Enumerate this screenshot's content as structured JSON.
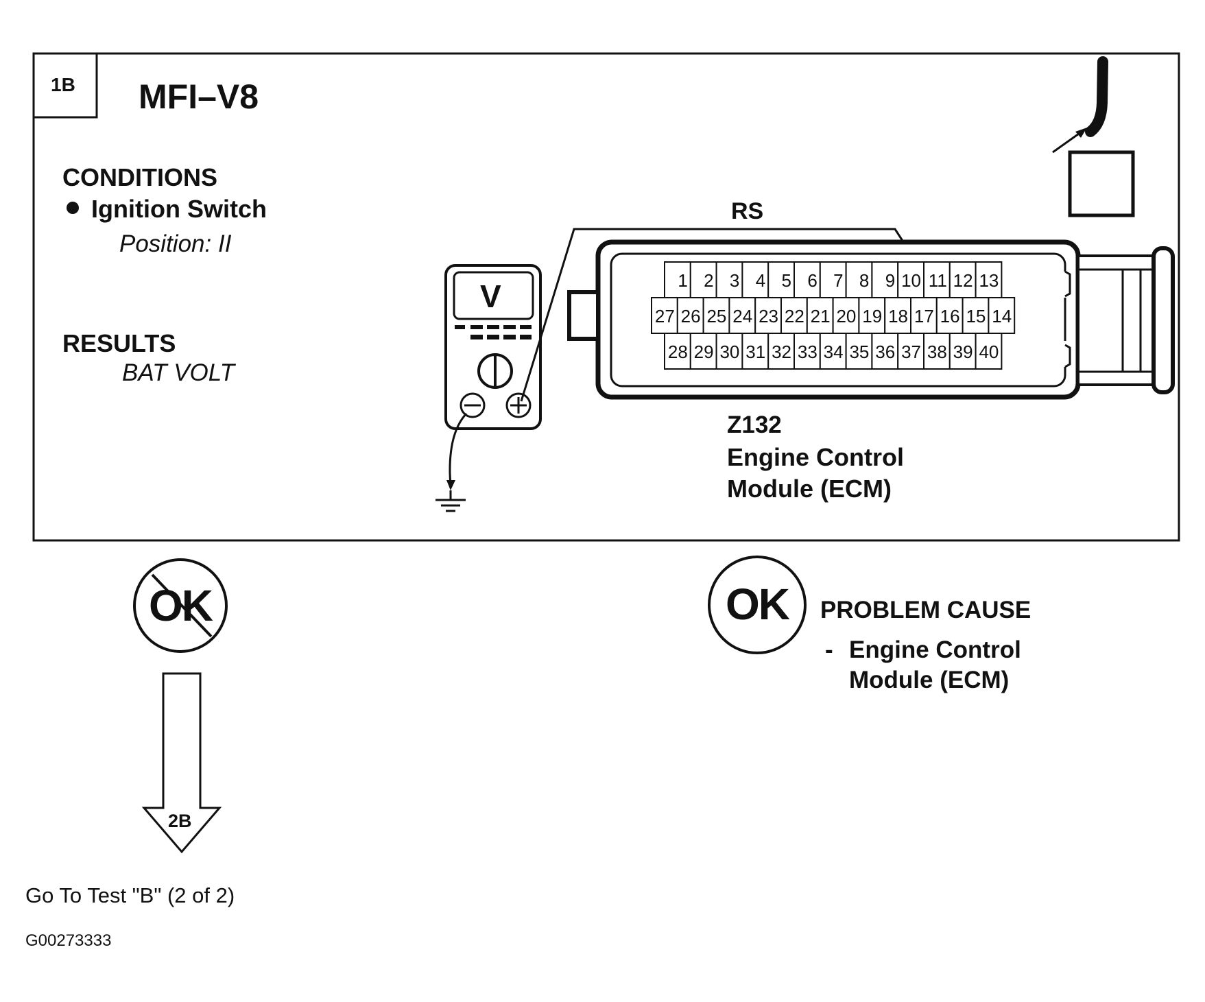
{
  "step_id": "1B",
  "title": "MFI–V8",
  "conditions": {
    "heading": "CONDITIONS",
    "item": "Ignition Switch",
    "item_detail": "Position: II"
  },
  "results": {
    "heading": "RESULTS",
    "value": "BAT VOLT"
  },
  "meter_label": "V",
  "meter_neg": "⊖",
  "meter_pos": "⊕",
  "probe_label": "RS",
  "connector": {
    "id": "Z132",
    "name_line1": "Engine Control",
    "name_line2": "Module (ECM)",
    "pins_row1": [
      "1",
      "2",
      "3",
      "4",
      "5",
      "6",
      "7",
      "8",
      "9",
      "10",
      "11",
      "12",
      "13"
    ],
    "pins_row2": [
      "27",
      "26",
      "25",
      "24",
      "23",
      "22",
      "21",
      "20",
      "19",
      "18",
      "17",
      "16",
      "15",
      "14"
    ],
    "pins_row3": [
      "28",
      "29",
      "30",
      "31",
      "32",
      "33",
      "34",
      "35",
      "36",
      "37",
      "38",
      "39",
      "40"
    ]
  },
  "not_ok": {
    "symbol": "OK",
    "next_step": "2B",
    "instruction": "Go To Test \"B\" (2 of 2)"
  },
  "ok": {
    "symbol": "OK",
    "heading": "PROBLEM CAUSE",
    "bullet": "-",
    "cause_line1": "Engine Control",
    "cause_line2": "Module (ECM)"
  },
  "figure_id": "G00273333",
  "colors": {
    "ink": "#111111",
    "background": "#ffffff"
  }
}
